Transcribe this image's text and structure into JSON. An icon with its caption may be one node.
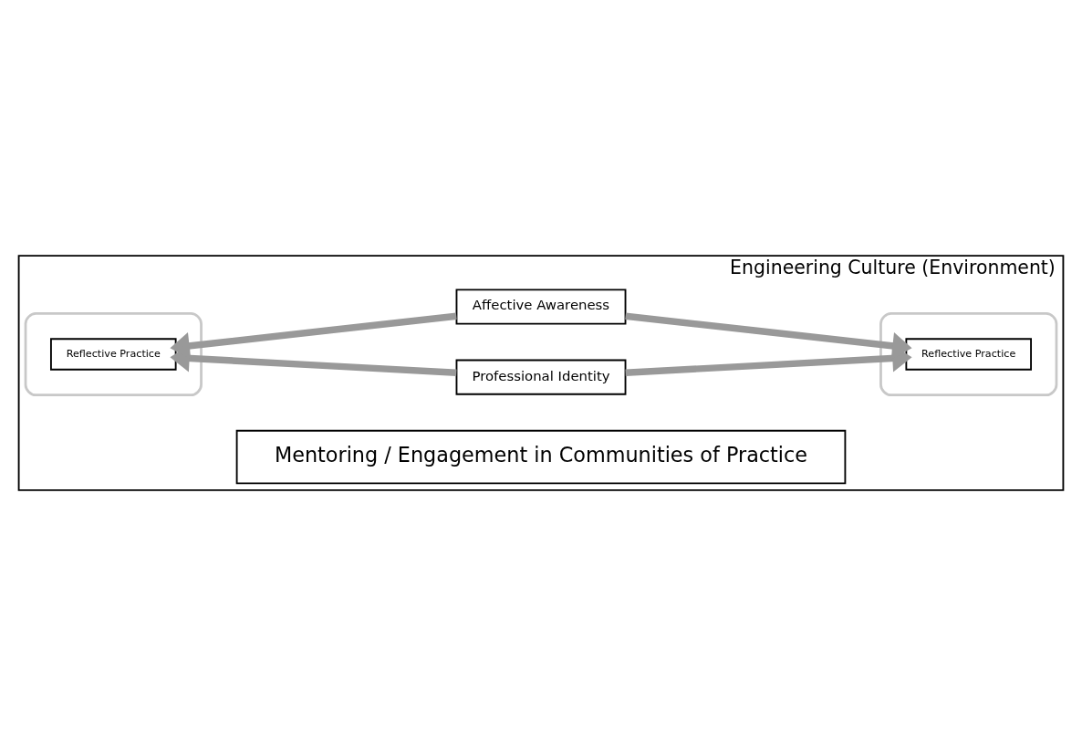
{
  "diagram": {
    "nodes": [
      {
        "text": [
          "Engineering Culture (Environment)"
        ]
      },
      {
        "text": [],
        "shape": "person",
        "in": 0
      },
      {
        "text": [
          "Reflective Practice"
        ],
        "in": 1
      },
      {
        "text": [
          "Professional Identity"
        ],
        "in": 0
      },
      {
        "text": [
          "Affective Awareness"
        ],
        "in": 0
      },
      {
        "text": [],
        "shape": "person",
        "in": 0
      },
      {
        "text": [
          "Reflective Practice"
        ],
        "in": 5
      },
      {
        "text": [
          "Mentoring / Engagement in Communities of Practice"
        ],
        "in": 0
      }
    ],
    "edges": [
      {
        "from": 3,
        "to": 2,
        "arrow": "to"
      },
      {
        "from": 3,
        "to": 6,
        "arrow": "to"
      },
      {
        "from": 4,
        "to": 2,
        "arrow": "to"
      },
      {
        "from": 4,
        "to": 6,
        "arrow": "to"
      }
    ]
  }
}
